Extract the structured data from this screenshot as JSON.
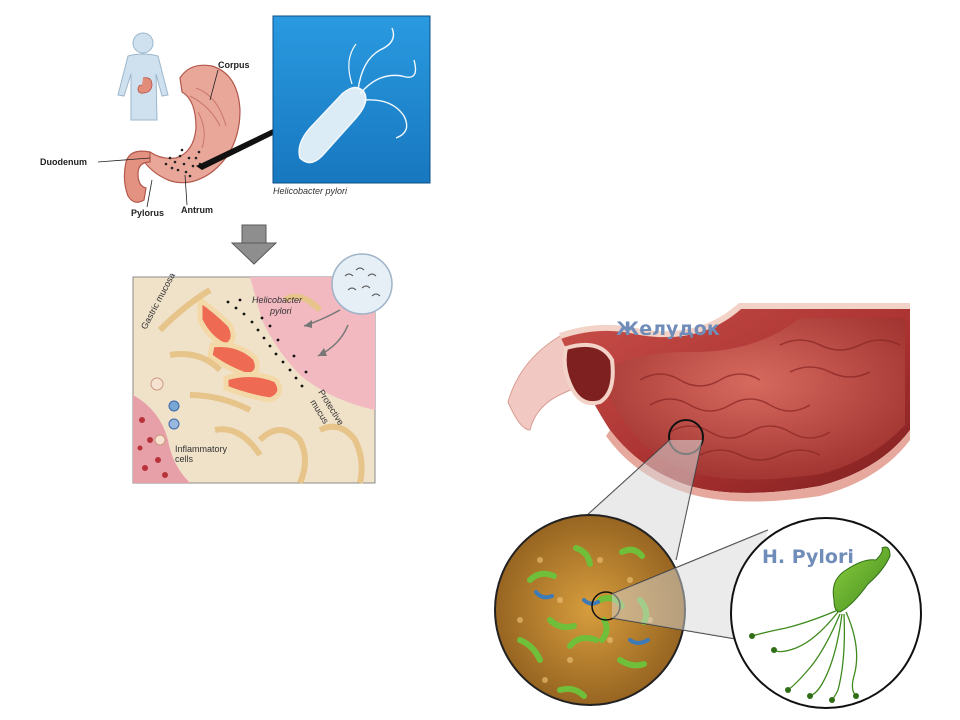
{
  "top_diagram": {
    "labels": {
      "corpus": "Corpus",
      "duodenum": "Duodenum",
      "pylorus": "Pylorus",
      "antrum": "Antrum"
    },
    "micrograph_caption": "Helicobacter pylori"
  },
  "mucosa_diagram": {
    "labels": {
      "gastric_mucosa": "Gastric mucosa",
      "helicobacter_line1": "Helicobacter",
      "helicobacter_line2": "pylori",
      "protective_line1": "Protective",
      "protective_line2": "mucus",
      "inflammatory_line1": "Inflammatory",
      "inflammatory_line2": "cells"
    }
  },
  "right_diagram": {
    "stomach_title": "Желудок",
    "bacterium_title": "H. Pylori"
  },
  "colors": {
    "ru_title": "#6f8db8",
    "micro_bg": "#1f8fd4",
    "stomach": "#b83a38",
    "bacterium": "#5fa82a"
  }
}
